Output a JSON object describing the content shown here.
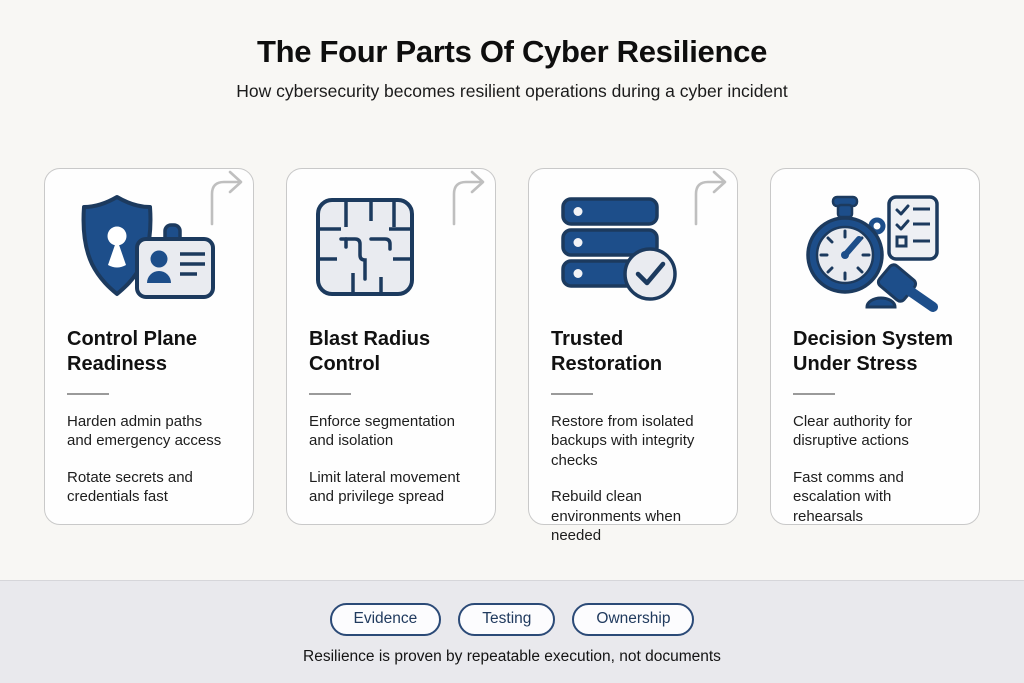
{
  "header": {
    "title": "The Four Parts Of Cyber Resilience",
    "subtitle": "How cybersecurity becomes resilient operations during a cyber incident"
  },
  "cards": [
    {
      "icon": "shield-id-badge",
      "title": "Control Plane Readiness",
      "points": [
        "Harden admin paths and emergency access",
        "Rotate secrets and credentials fast"
      ]
    },
    {
      "icon": "circuit-chip",
      "title": "Blast Radius Control",
      "points": [
        "Enforce segmentation and isolation",
        "Limit lateral movement and privilege spread"
      ]
    },
    {
      "icon": "server-stack-check",
      "title": "Trusted Restoration",
      "points": [
        "Restore from isolated backups with integrity checks",
        "Rebuild clean environments when needed"
      ]
    },
    {
      "icon": "stopwatch-checklist-gavel",
      "title": "Decision System Under Stress",
      "points": [
        "Clear authority for disruptive actions",
        "Fast comms and escalation with rehearsals"
      ]
    }
  ],
  "footer": {
    "pills": [
      {
        "label": "Evidence"
      },
      {
        "label": "Testing"
      },
      {
        "label": "Ownership"
      }
    ],
    "caption": "Resilience is proven by repeatable execution, not documents"
  },
  "colors": {
    "primary_blue": "#1d4e8a",
    "navy_stroke": "#1c3a5e",
    "icon_light_fill": "#e9ebf0",
    "card_border": "#c9c9c9",
    "arrow_gray": "#bfbfbf",
    "background": "#f8f7f4",
    "footer_background": "#e9e9ed",
    "pill_border": "#2b4a77"
  }
}
